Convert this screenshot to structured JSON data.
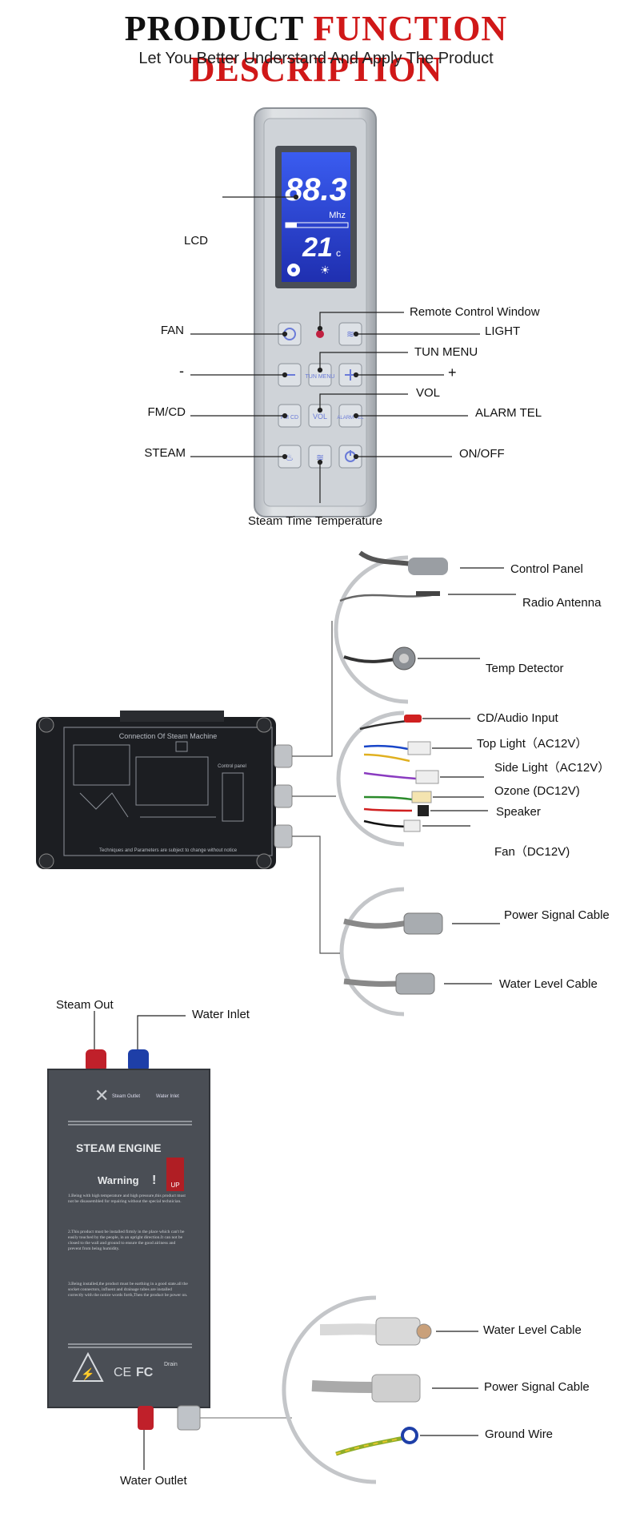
{
  "header": {
    "title_part1": "PRODUCT",
    "title_part2": "FUNCTION DESCRIPTION",
    "subtitle": "Let You Better Understand And Apply The Product"
  },
  "colors": {
    "accent_red": "#d01818",
    "lcd_blue": "#2b45d6",
    "panel_silver": "#c9cdd2",
    "box_black": "#1c1e22",
    "engine_gray": "#4a4e55"
  },
  "control_panel": {
    "lcd_display": {
      "frequency": "88.3",
      "unit": "Mhz",
      "temperature": "21",
      "temp_unit": "c"
    },
    "key_labels": {
      "tun": "TUN MENU",
      "vol": "VOL",
      "fmcd": "FM CD",
      "alarm": "ALARM TEL"
    },
    "labels": {
      "lcd": "LCD",
      "fan": "FAN",
      "minus": "-",
      "fm_cd": "FM/CD",
      "steam": "STEAM",
      "remote": "Remote Control Window",
      "light": "LIGHT",
      "tun_menu": "TUN MENU",
      "plus": "+",
      "vol": "VOL",
      "alarm_tel": "ALARM TEL",
      "on_off": "ON/OFF",
      "steam_time_temp": "Steam Time Temperature"
    }
  },
  "control_box": {
    "diagram_title": "Connection Of Steam Machine",
    "diagram_sub": "Control panel",
    "footer_note": "Techniques and Parameters are subject to change without notice",
    "connectors_group1": [
      "Control Panel",
      "Radio Antenna",
      "Temp Detector"
    ],
    "connectors_group2": [
      "CD/Audio Input",
      "Top Light（AC12V）",
      "Side Light（AC12V）",
      "Ozone (DC12V)",
      "Speaker",
      "Fan（DC12V)"
    ],
    "connectors_group3": [
      "Power Signal Cable",
      "Water Level Cable"
    ]
  },
  "steam_engine": {
    "label_steam_out": "Steam Out",
    "label_water_inlet": "Water Inlet",
    "label_water_outlet": "Water Outlet",
    "plate_title": "STEAM ENGINE",
    "warning": "Warning",
    "up_label": "UP",
    "plate_steam_outlet": "Steam Outlet",
    "plate_water_inlet": "Water Inlet",
    "warnings": [
      "1.Being with high temperature and high pressure,this product must not be disassembled for repairing without the special technician.",
      "2.This product must be installed firmly in the place which can't be easily touched by the people, in an upright direction.It can not be closed to the wall and ground to ensure the good airiness and prevent from being humidity.",
      "3.Being installed,the product must be earthing in a good state.all the socket connectors, influent and drainage tubes are installed correctly with the notice words forth,Then the product be power on."
    ],
    "cert_marks": [
      "CE",
      "FC",
      "Drain"
    ],
    "cables": [
      "Water Level Cable",
      "Power Signal Cable",
      "Ground Wire"
    ]
  }
}
